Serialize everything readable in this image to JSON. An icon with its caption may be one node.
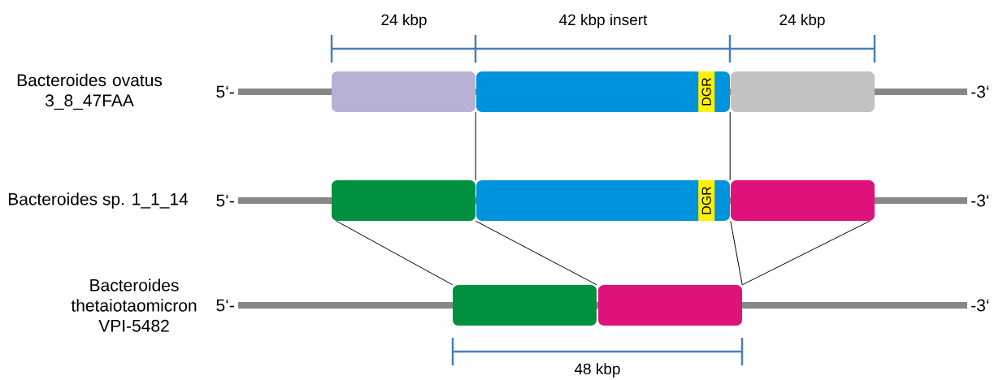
{
  "diagram": {
    "nodes": [
      {
        "text": [],
        "shape": "box"
      },
      {
        "text": [],
        "shape": "box"
      },
      {
        "text": [
          "DGR"
        ],
        "in": 1
      },
      {
        "text": [],
        "shape": "box"
      },
      {
        "text": [],
        "shape": "box"
      },
      {
        "text": [],
        "shape": "box"
      },
      {
        "text": [
          "DGR"
        ],
        "in": 5
      },
      {
        "text": [],
        "shape": "box"
      },
      {
        "text": [],
        "shape": "box"
      },
      {
        "text": [],
        "shape": "box"
      }
    ],
    "edges": [
      {
        "from": 0,
        "to": 4,
        "arrow": "none"
      },
      {
        "from": 1,
        "to": 5,
        "arrow": "none"
      },
      {
        "from": 4,
        "to": 8,
        "arrow": "none"
      },
      {
        "from": 4,
        "to": 8,
        "arrow": "none"
      },
      {
        "from": 7,
        "to": 9,
        "arrow": "none"
      },
      {
        "from": 7,
        "to": 9,
        "arrow": "none"
      }
    ],
    "labels": [
      "24 kbp",
      "42 kbp insert",
      "24 kbp",
      "Bacteroides ovatus 3_8_47FAA",
      "5‘-",
      "-3‘",
      "Bacteroides sp. 1_1_14",
      "5‘-",
      "-3‘",
      "Bacteroides thetaiotaomicron VPI-5482",
      "5‘-",
      "-3‘",
      "48 kbp"
    ]
  }
}
